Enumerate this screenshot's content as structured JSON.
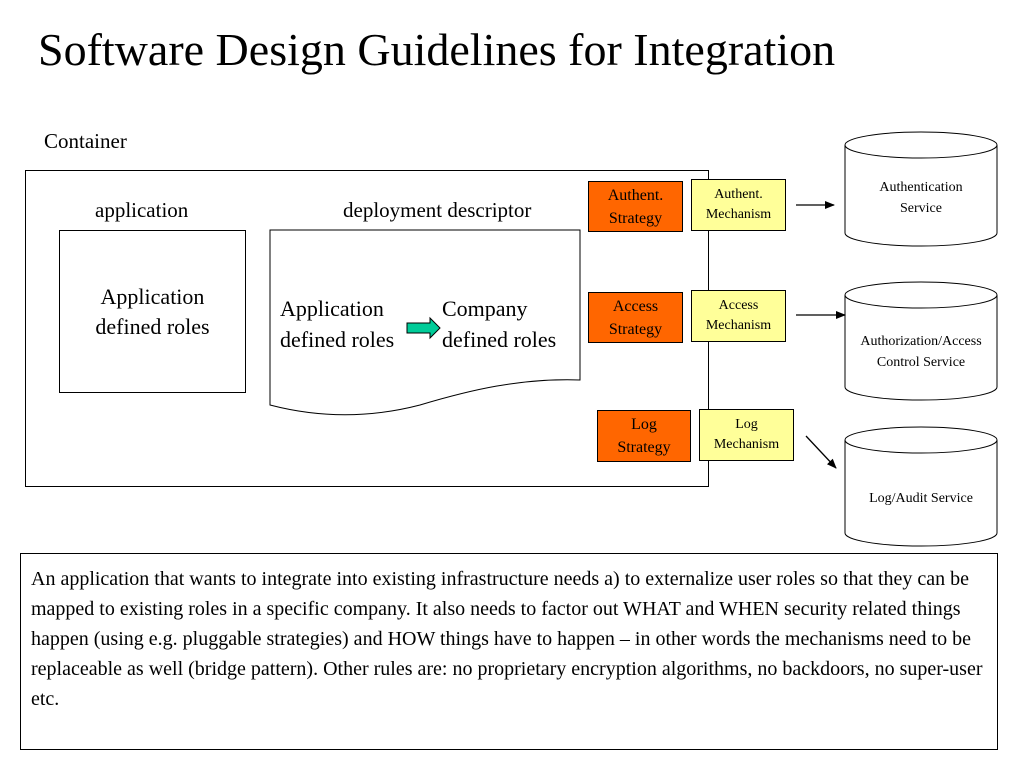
{
  "title": "Software Design Guidelines for Integration",
  "diagram": {
    "container_label": "Container",
    "application_label": "application",
    "deployment_descriptor_label": "deployment descriptor",
    "app_box": {
      "line1": "Application",
      "line2": "defined roles"
    },
    "dd_left": {
      "line1": "Application",
      "line2": "defined roles"
    },
    "dd_right": {
      "line1": "Company",
      "line2": "defined roles"
    },
    "strategies": [
      {
        "line1": "Authent.",
        "line2": "Strategy",
        "color": "#ff6600"
      },
      {
        "line1": "Access",
        "line2": "Strategy",
        "color": "#ff6600"
      },
      {
        "line1": "Log",
        "line2": "Strategy",
        "color": "#ff6600"
      }
    ],
    "mechanisms": [
      {
        "line1": "Authent.",
        "line2": "Mechanism",
        "color": "#ffff99"
      },
      {
        "line1": "Access",
        "line2": "Mechanism",
        "color": "#ffff99"
      },
      {
        "line1": "Log",
        "line2": "Mechanism",
        "color": "#ffff99"
      }
    ],
    "services": [
      {
        "line1": "Authentication",
        "line2": "Service"
      },
      {
        "line1": "Authorization/Access",
        "line2": "Control Service"
      },
      {
        "line1": "Log/Audit Service",
        "line2": ""
      }
    ],
    "mapping_arrow_color": "#00cc99"
  },
  "description": "An application that wants to integrate into existing infrastructure needs a) to externalize user roles so that they can be mapped to existing roles in a specific company. It also needs to factor out WHAT and WHEN security related things happen (using e.g. pluggable strategies) and HOW things have to happen – in other words the mechanisms need to be replaceable as well (bridge pattern). Other rules are: no proprietary encryption algorithms, no backdoors, no super-user etc."
}
